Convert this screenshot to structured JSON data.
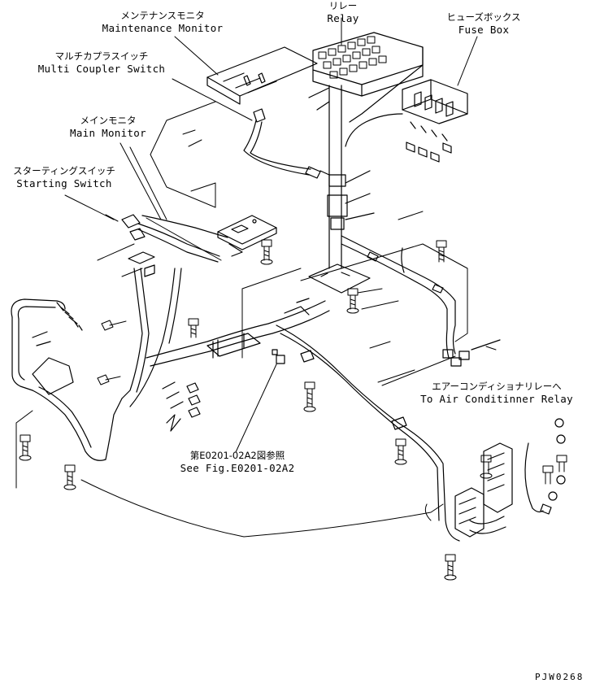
{
  "labels": {
    "relay": {
      "jp": "リレー",
      "en": "Relay"
    },
    "maintenance_monitor": {
      "jp": "メンテナンスモニタ",
      "en": "Maintenance Monitor"
    },
    "fuse_box": {
      "jp": "ヒューズボックス",
      "en": "Fuse Box"
    },
    "multi_coupler_switch": {
      "jp": "マルチカプラスイッチ",
      "en": "Multi Coupler Switch"
    },
    "main_monitor": {
      "jp": "メインモニタ",
      "en": "Main Monitor"
    },
    "starting_switch": {
      "jp": "スターティングスイッチ",
      "en": "Starting Switch"
    },
    "air_conditioner_relay": {
      "jp": "エアーコンディショナリレーへ",
      "en": "To Air Conditinner Relay"
    },
    "see_fig": {
      "jp": "第E0201-02A2図参照",
      "en": "See Fig.E0201-02A2"
    }
  },
  "drawing_code": "PJW0268"
}
